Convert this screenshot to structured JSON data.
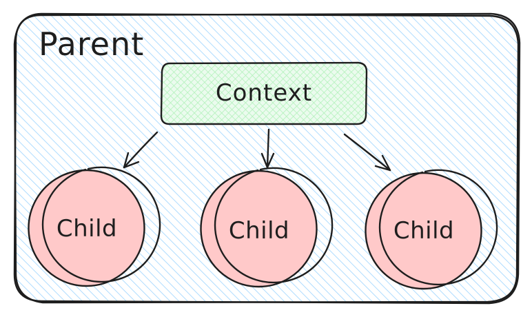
{
  "diagram": {
    "parent": {
      "label": "Parent",
      "fill_color": "#a5d8ff"
    },
    "context": {
      "label": "Context",
      "fill_color": "#b2f2bb"
    },
    "children": [
      {
        "label": "Child",
        "fill_color": "#ffc9c9"
      },
      {
        "label": "Child",
        "fill_color": "#ffc9c9"
      },
      {
        "label": "Child",
        "fill_color": "#ffc9c9"
      }
    ],
    "stroke_color": "#1e1e1e"
  }
}
